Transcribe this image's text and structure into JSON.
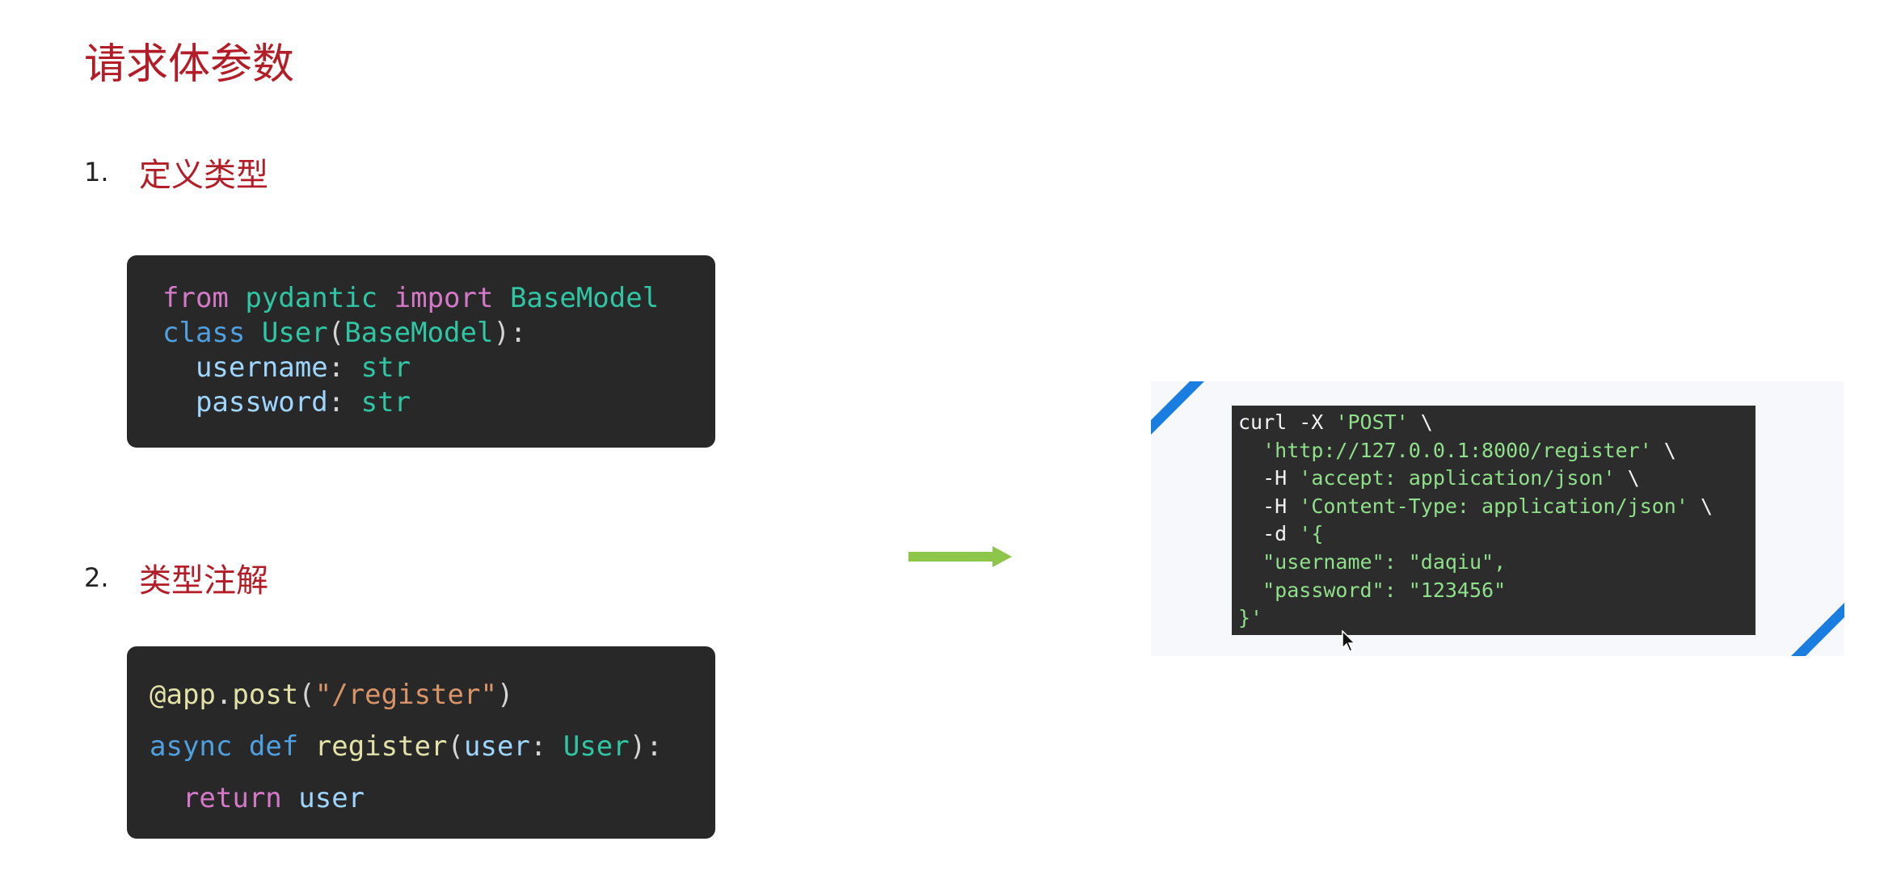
{
  "slide": {
    "title": "请求体参数",
    "steps": [
      {
        "number": "1.",
        "label": "定义类型"
      },
      {
        "number": "2.",
        "label": "类型注解"
      }
    ]
  },
  "code_define": {
    "line1": {
      "kw1": "from",
      "mod": "pydantic",
      "kw2": "import",
      "cls": "BaseModel"
    },
    "line2": {
      "kw": "class",
      "name": "User",
      "open": "(",
      "base": "BaseModel",
      "close": "):"
    },
    "line3": {
      "indent": "  ",
      "field": "username",
      "sep": ": ",
      "type": "str"
    },
    "line4": {
      "indent": "  ",
      "field": "password",
      "sep": ": ",
      "type": "str"
    }
  },
  "code_annotate": {
    "line1": {
      "deco": "@app",
      "dot": ".",
      "fn": "post",
      "open": "(",
      "str": "\"/register\"",
      "close": ")"
    },
    "line2": {
      "kw1": "async",
      "kw2": "def",
      "fn": "register",
      "open": "(",
      "param": "user",
      "colon": ": ",
      "type": "User",
      "close": "):"
    },
    "line3": {
      "indent": "  ",
      "kw": "return",
      "val": "user"
    }
  },
  "curl": {
    "lines": [
      {
        "a": "curl -X ",
        "b": "'POST'",
        "c": " \\"
      },
      {
        "a": "  ",
        "b": "'http://127.0.0.1:8000/register'",
        "c": " \\"
      },
      {
        "a": "  -H ",
        "b": "'accept: application/json'",
        "c": " \\"
      },
      {
        "a": "  -H ",
        "b": "'Content-Type: application/json'",
        "c": " \\"
      },
      {
        "a": "  -d ",
        "b": "'{",
        "c": ""
      },
      {
        "a": "  ",
        "b": "\"username\": \"daqiu\",",
        "c": ""
      },
      {
        "a": "  ",
        "b": "\"password\": \"123456\"",
        "c": ""
      },
      {
        "a": "",
        "b": "}'",
        "c": ""
      }
    ]
  },
  "colors": {
    "title": "#b31d28",
    "code_bg": "#282828",
    "arrow": "#8dc64b",
    "corner_accent": "#1a7de0"
  },
  "icons": {
    "arrow": "right-arrow-icon",
    "cursor": "mouse-cursor-icon"
  }
}
